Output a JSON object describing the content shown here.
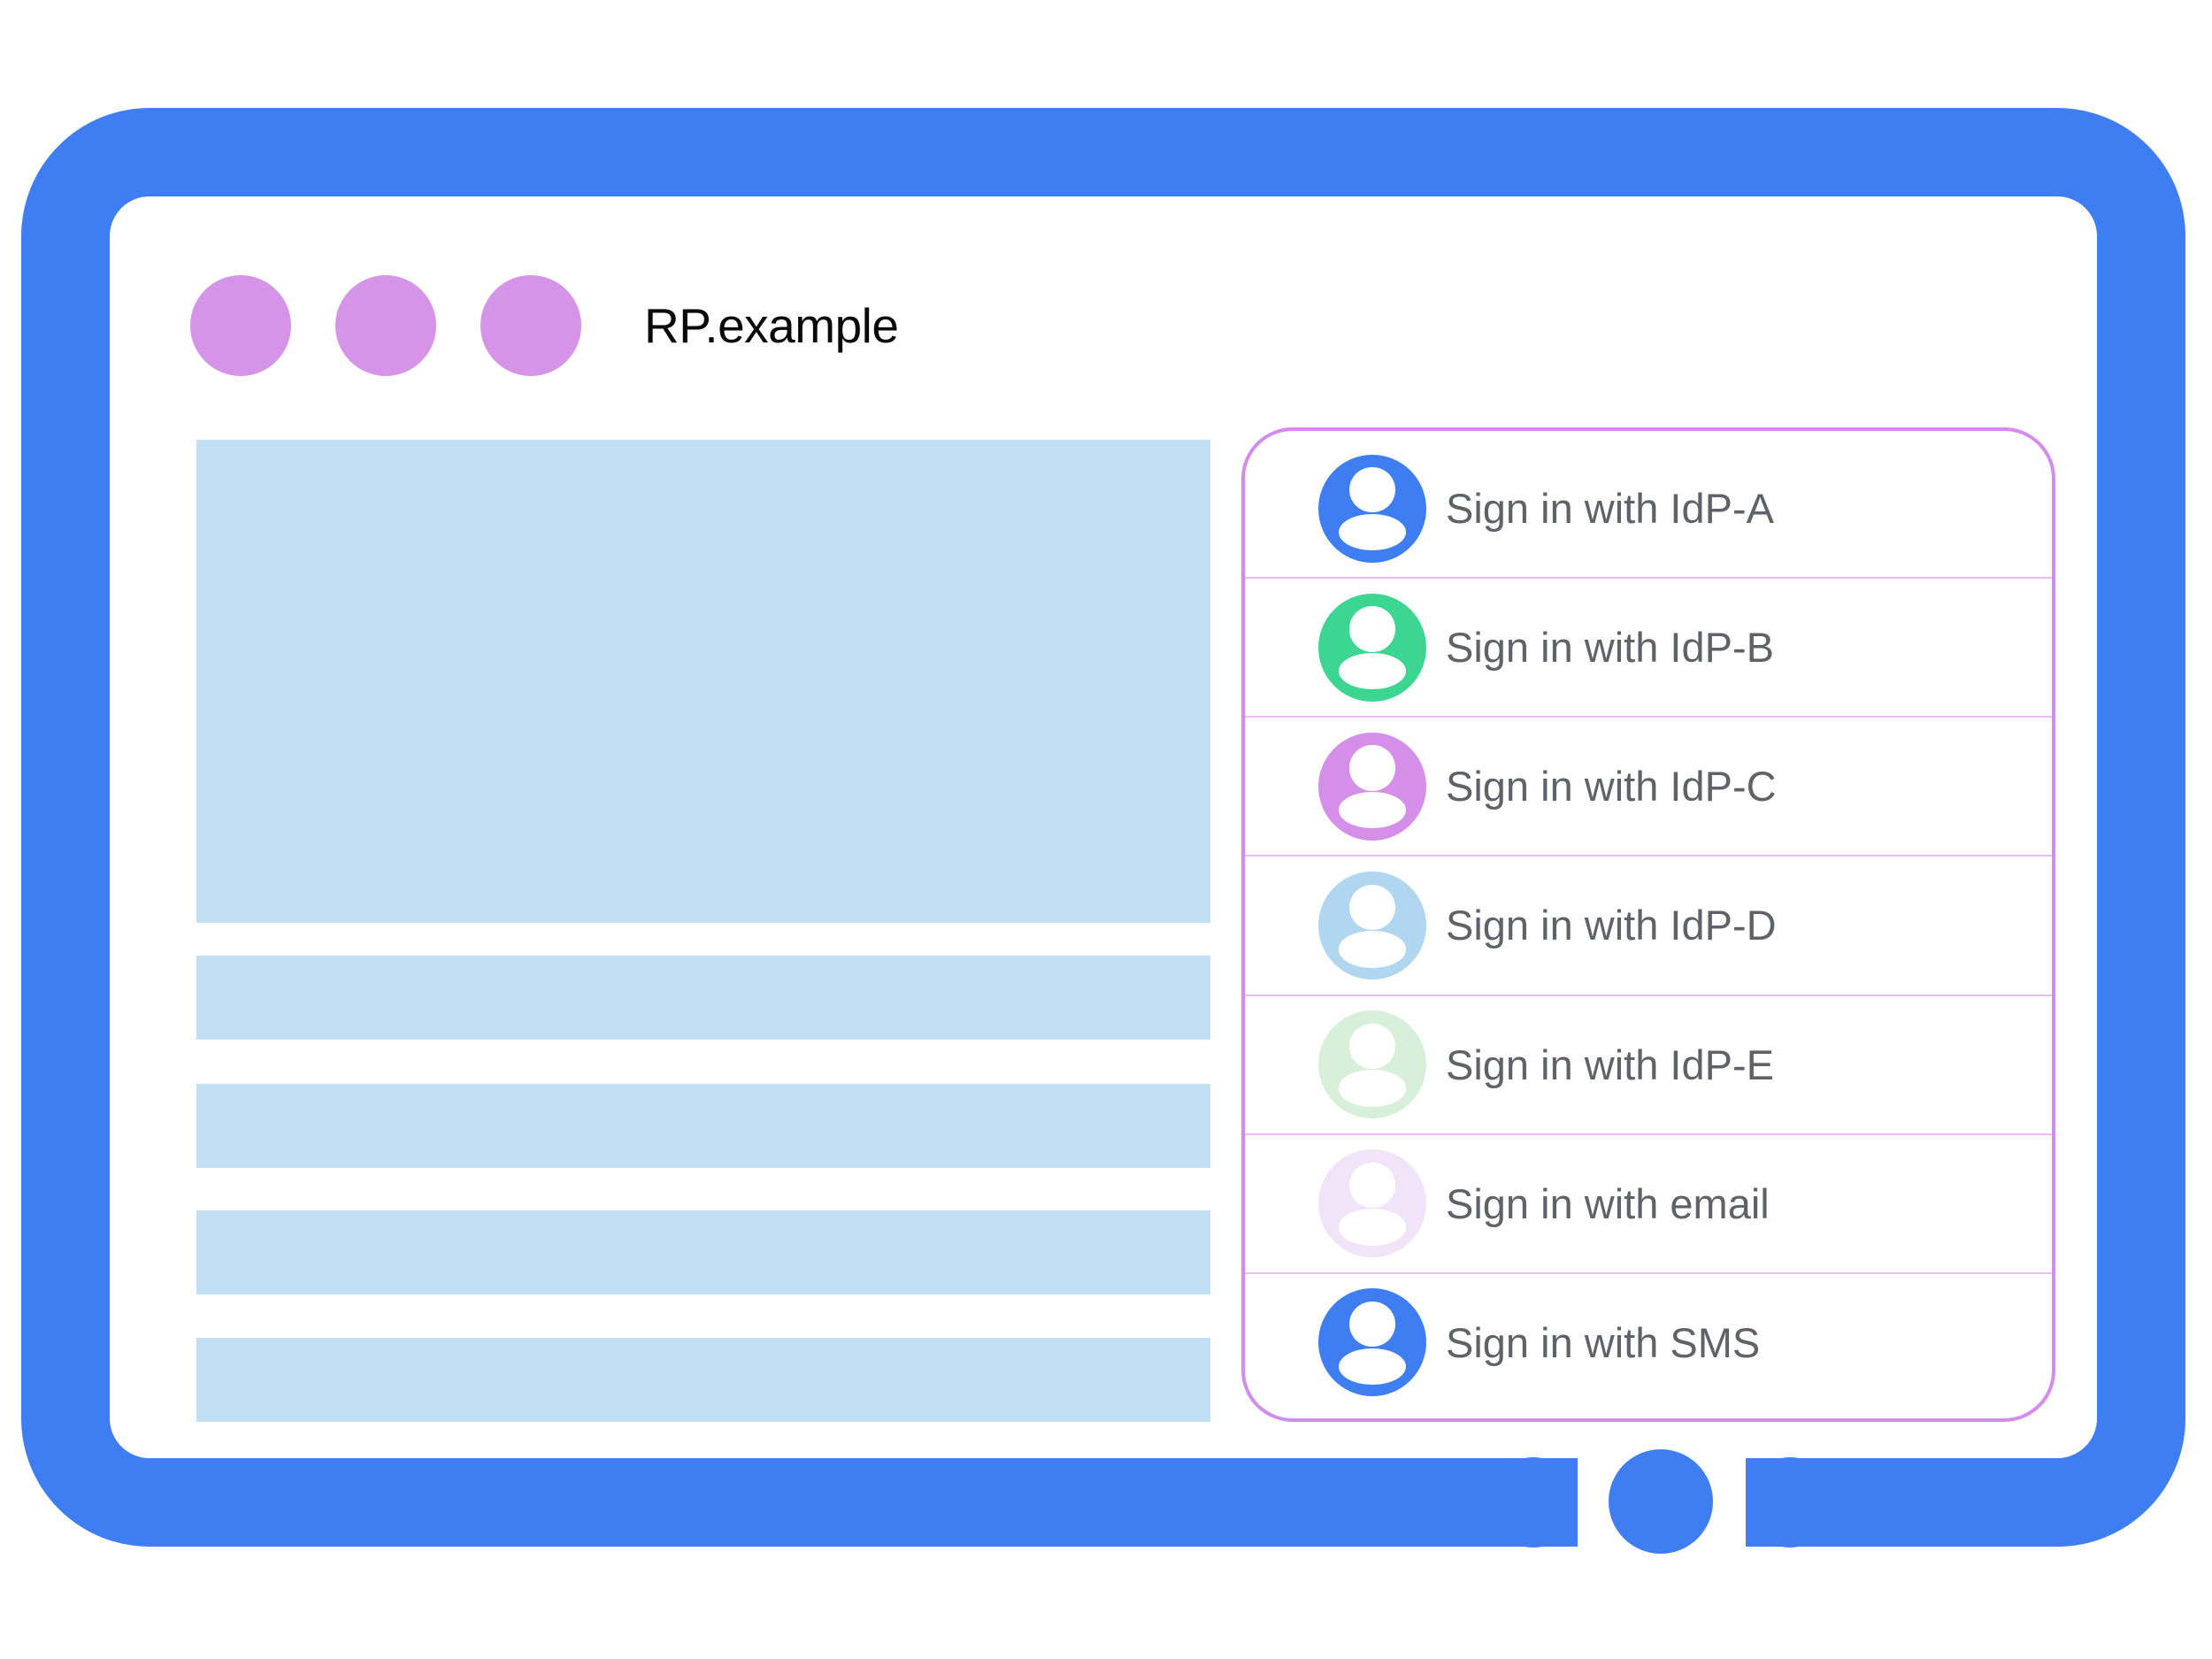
{
  "window": {
    "title": "RP.example"
  },
  "titlebar": {
    "dots": [
      {
        "icon": "window-dot-icon"
      },
      {
        "icon": "window-dot-icon"
      },
      {
        "icon": "window-dot-icon"
      }
    ]
  },
  "signin_panel": {
    "rows": [
      {
        "label": "Sign in with IdP-A",
        "icon": "user-avatar-icon",
        "avatar_color": "#3E7EF2"
      },
      {
        "label": "Sign in with IdP-B",
        "icon": "user-avatar-icon",
        "avatar_color": "#3DD592"
      },
      {
        "label": "Sign in with IdP-C",
        "icon": "user-avatar-icon",
        "avatar_color": "#D58FE9"
      },
      {
        "label": "Sign in with IdP-D",
        "icon": "user-avatar-icon",
        "avatar_color": "#B0D6F0"
      },
      {
        "label": "Sign in with IdP-E",
        "icon": "user-avatar-icon",
        "avatar_color": "#D8F0DA"
      },
      {
        "label": "Sign in with email",
        "icon": "user-avatar-icon",
        "avatar_color": "#F1E3F8"
      },
      {
        "label": "Sign in with SMS",
        "icon": "user-avatar-icon",
        "avatar_color": "#3E7EF2"
      }
    ]
  },
  "colors": {
    "frame_blue": "#3E7EF2",
    "dot_purple": "#D694E8",
    "placeholder_blue": "#C2E0F4",
    "panel_border_purple": "#D48BF0",
    "divider_pink": "#EBBCF5",
    "label_gray": "#5F6368",
    "title_black": "#0A0A0A"
  }
}
